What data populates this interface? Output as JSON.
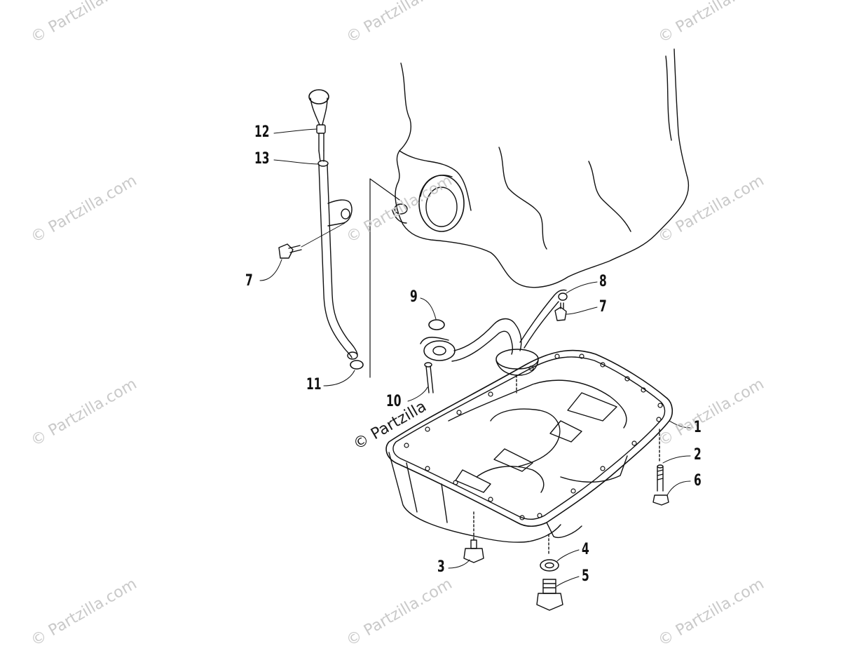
{
  "watermark": {
    "text": "© Partzilla.com",
    "text_upper": "© Partzilla",
    "text_short": "© Partzilla.com"
  },
  "callouts": {
    "c1": "1",
    "c2": "2",
    "c3": "3",
    "c4": "4",
    "c5": "5",
    "c6": "6",
    "c7a": "7",
    "c7b": "7",
    "c8": "8",
    "c9": "9",
    "c10": "10",
    "c11": "11",
    "c12": "12",
    "c13": "13"
  },
  "colors": {
    "line": "#111111",
    "watermark": "#c9c9c9"
  }
}
